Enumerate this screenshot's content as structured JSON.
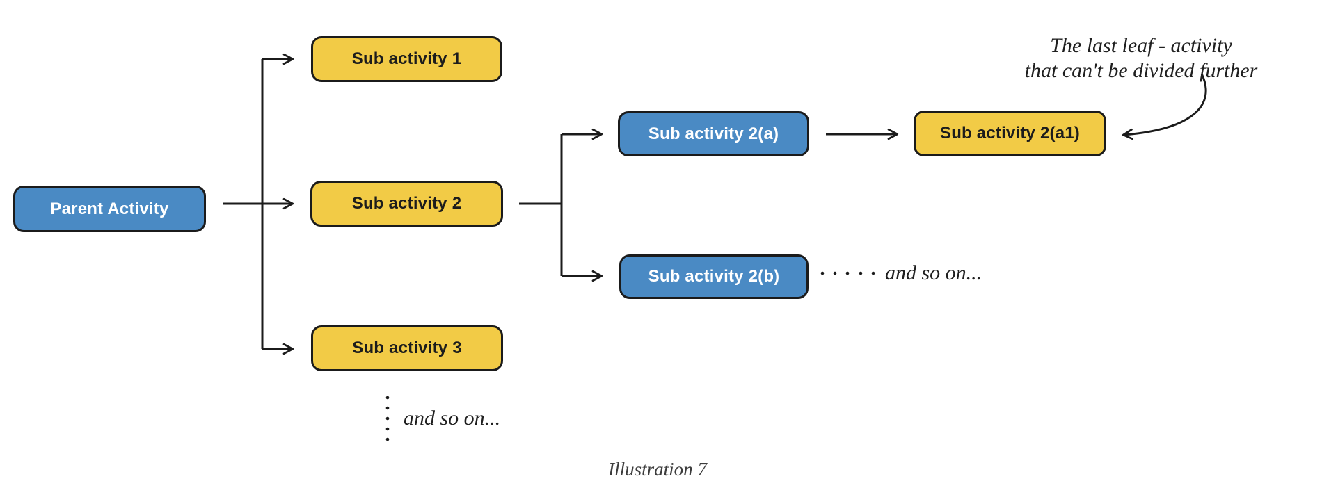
{
  "diagram": {
    "nodes": {
      "parent": {
        "label": "Parent Activity",
        "color": "blue"
      },
      "sub1": {
        "label": "Sub activity 1",
        "color": "yellow"
      },
      "sub2": {
        "label": "Sub activity 2",
        "color": "yellow"
      },
      "sub3": {
        "label": "Sub activity 3",
        "color": "yellow"
      },
      "sub2a": {
        "label": "Sub activity 2(a)",
        "color": "blue"
      },
      "sub2b": {
        "label": "Sub activity 2(b)",
        "color": "blue"
      },
      "sub2a1": {
        "label": "Sub activity 2(a1)",
        "color": "yellow"
      }
    },
    "annotation": {
      "line1": "The last leaf - activity",
      "line2": "that can't be divided further"
    },
    "and_so_on_horizontal": "and so on...",
    "and_so_on_vertical": "and so on...",
    "caption": "Illustration 7",
    "colors": {
      "node_blue": "#4a8ac4",
      "node_yellow": "#f2cb46",
      "border": "#1b1b1b",
      "connector": "#1b1b1b",
      "caption_text": "#3c3c3c"
    }
  }
}
